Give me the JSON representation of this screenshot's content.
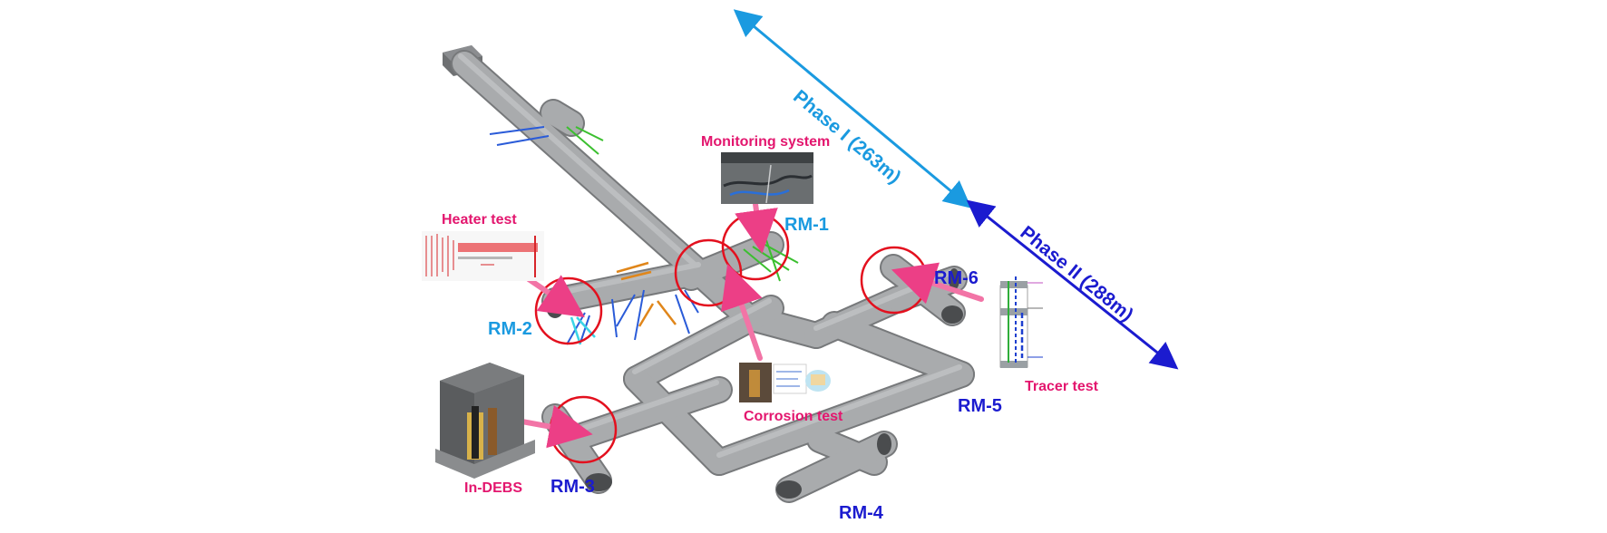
{
  "phases": {
    "phase1": {
      "label": "Phase I (263m)",
      "color": "#1a9ae0"
    },
    "phase2": {
      "label": "Phase II (288m)",
      "color": "#1b1bcf"
    }
  },
  "rooms": {
    "rm1": "RM-1",
    "rm2": "RM-2",
    "rm3": "RM-3",
    "rm4": "RM-4",
    "rm5": "RM-5",
    "rm6": "RM-6"
  },
  "tests": {
    "monitoring": "Monitoring system",
    "heater": "Heater test",
    "corrosion": "Corrosion test",
    "tracer": "Tracer test",
    "indebs": "In-DEBS"
  },
  "colors": {
    "tunnel": "#a9abad",
    "tunnel_dark": "#8a8c8e",
    "highlight_circle": "#e3101e",
    "pointer_arrow": "#f274a6",
    "label_pink": "#e3166e"
  }
}
